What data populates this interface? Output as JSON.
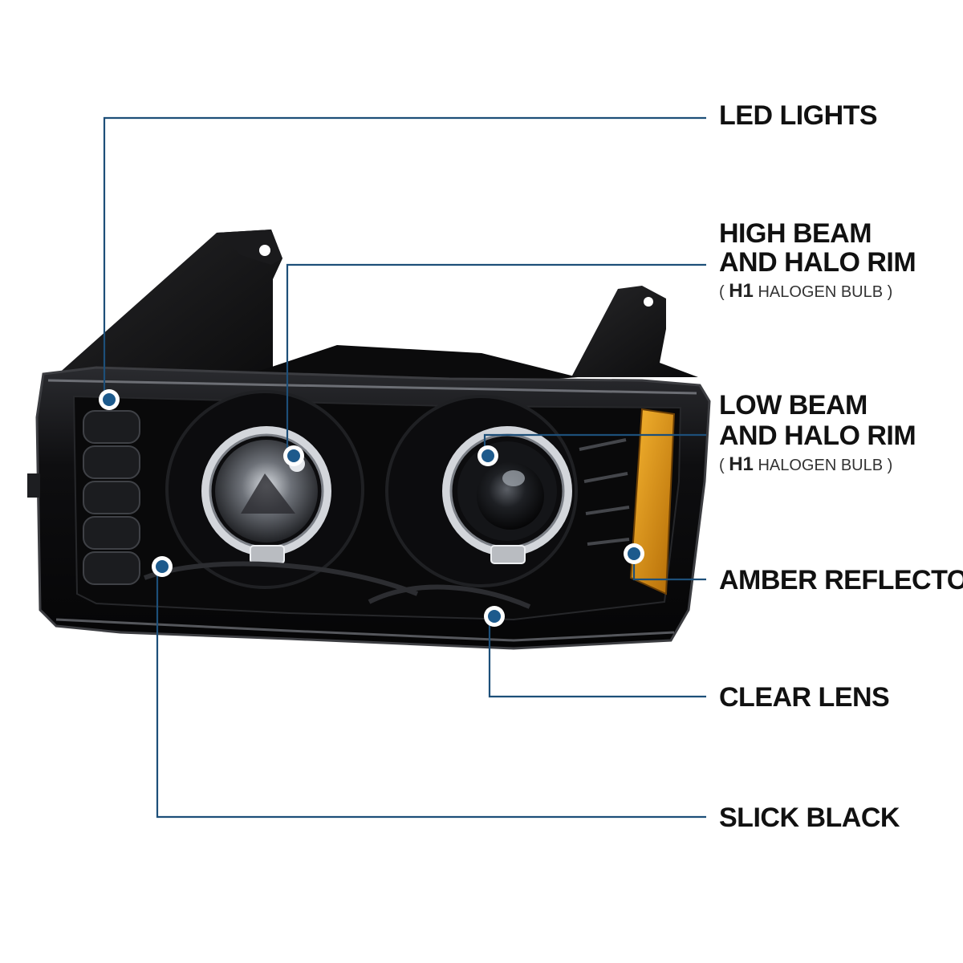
{
  "callouts": [
    {
      "id": "led-lights",
      "lines": [
        "LED LIGHTS"
      ],
      "note": null
    },
    {
      "id": "high-beam",
      "lines": [
        "HIGH BEAM",
        "AND HALO RIM"
      ],
      "note": {
        "open": "( ",
        "bulb": "H1",
        "rest": " HALOGEN BULB )"
      }
    },
    {
      "id": "low-beam",
      "lines": [
        "LOW BEAM",
        "AND HALO RIM"
      ],
      "note": {
        "open": "( ",
        "bulb": "H1",
        "rest": " HALOGEN BULB )"
      }
    },
    {
      "id": "amber-reflectors",
      "lines": [
        "AMBER REFLECTORS"
      ],
      "note": null
    },
    {
      "id": "clear-lens",
      "lines": [
        "CLEAR LENS"
      ],
      "note": null
    },
    {
      "id": "slick-black",
      "lines": [
        "SLICK BLACK"
      ],
      "note": null
    }
  ],
  "colors": {
    "leader": "#1d4f79",
    "dot": "#1d5a8c",
    "housing": "#0d0d0f",
    "chrome": "#c9ccd1",
    "amber": "#e39a12"
  }
}
